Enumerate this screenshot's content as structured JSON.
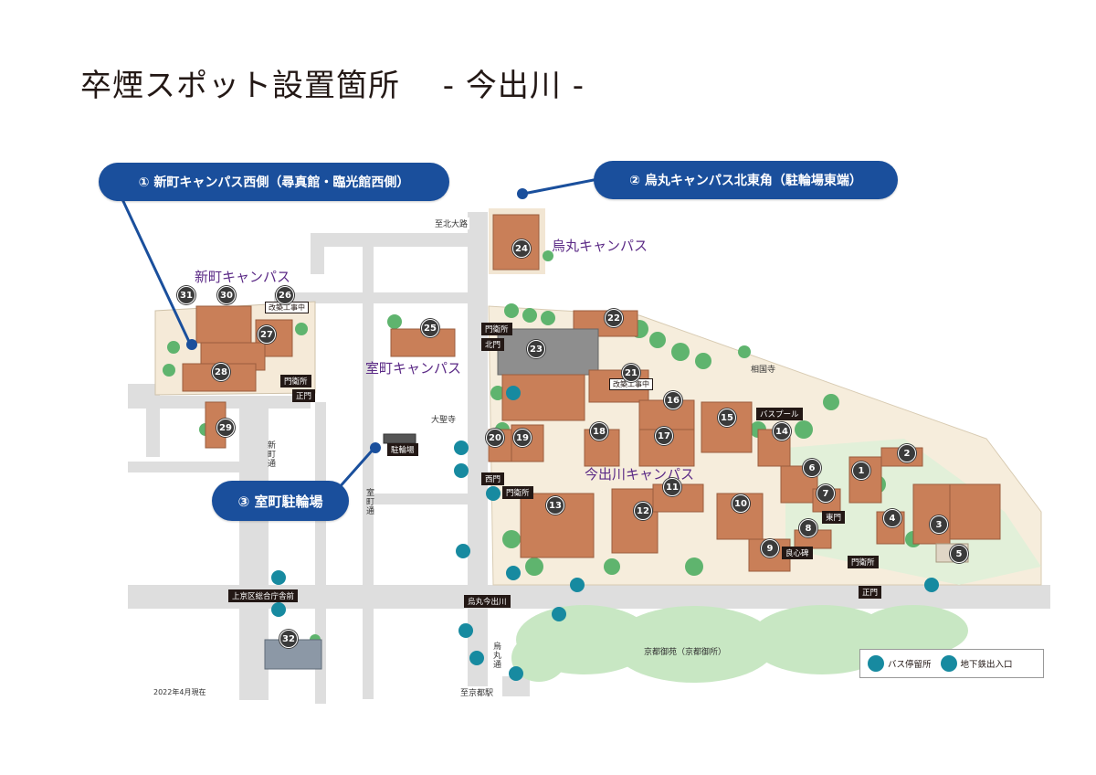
{
  "title": "卒煙スポット設置箇所　 - 今出川 -",
  "callouts": [
    {
      "label": "① 新町キャンパス西側（尋真館・臨光館西側）"
    },
    {
      "label": "② 烏丸キャンパス北東角（駐輪場東端）"
    },
    {
      "label": "③ 室町駐輪場"
    }
  ],
  "campuses": {
    "shinmachi": "新町キャンパス",
    "karasuma": "烏丸キャンパス",
    "muromachi": "室町キャンパス",
    "imadegawa": "今出川キャンパス"
  },
  "roads": {
    "shikitaiji": "至北大路",
    "kyotoeki": "至京都駅",
    "karasuma_imadegawa": "烏丸今出川",
    "kamigyo": "上京区総合庁舎前",
    "shinmachi_dori": "新町通",
    "muromachi_dori": "室町通",
    "karasuma_dori": "烏丸通"
  },
  "places": {
    "shokokuji": "相国寺",
    "daishoji": "大聖寺",
    "gyoen": "京都御苑（京都御所）",
    "ryoshinhi": "良心碑",
    "bicycle": "駐輪場",
    "bus_pool": "バスプール"
  },
  "gates": {
    "guard1": "門衛所",
    "seimon1": "正門",
    "guard2": "門衛所",
    "kitamon": "北門",
    "nishimon": "西門",
    "guard3": "門衛所",
    "higashimon": "東門",
    "guard4": "門衛所",
    "seimon2": "正門"
  },
  "construction": [
    "改築工事中",
    "改築工事中"
  ],
  "buildings": [
    "1",
    "2",
    "3",
    "4",
    "5",
    "6",
    "7",
    "8",
    "9",
    "10",
    "11",
    "12",
    "13",
    "14",
    "15",
    "16",
    "17",
    "18",
    "19",
    "20",
    "21",
    "22",
    "23",
    "24",
    "25",
    "26",
    "27",
    "28",
    "29",
    "30",
    "31",
    "32"
  ],
  "legend": {
    "bus": "バス停留所",
    "subway": "地下鉄出入口"
  },
  "date_note": "2022年4月現在",
  "colors": {
    "accent": "#1a4f9c",
    "campus_text": "#5b2a86",
    "road": "#dcdcdc",
    "building": "#c9805a",
    "tree": "#6cc07a"
  }
}
